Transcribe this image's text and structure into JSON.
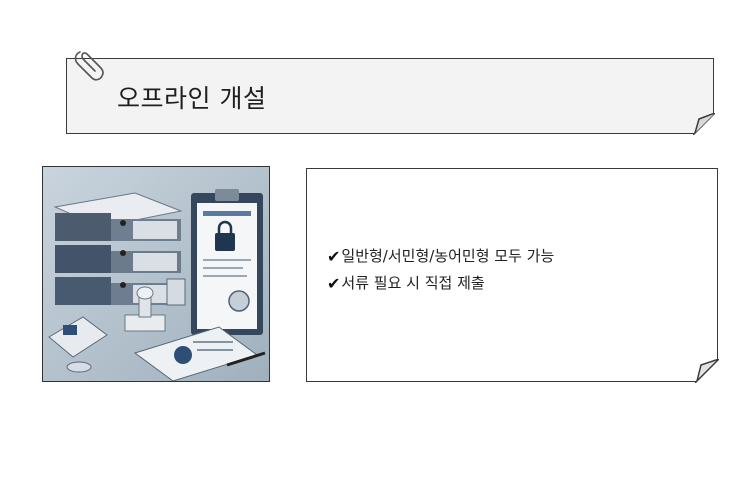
{
  "title": "오프라인 개설",
  "bullets": [
    {
      "text": "일반형/서민형/농어민형 모두 가능"
    },
    {
      "text": "서류 필요 시 직접 제출"
    }
  ],
  "icons": {
    "bullet": "check-icon",
    "clip": "paperclip-icon",
    "illustration": "documents-illustration"
  },
  "colors": {
    "title_bg": "#f3f3f3",
    "border": "#3a3a3a",
    "illustration_bg": "#b9c7d2",
    "accent": "#2e4a6b"
  }
}
